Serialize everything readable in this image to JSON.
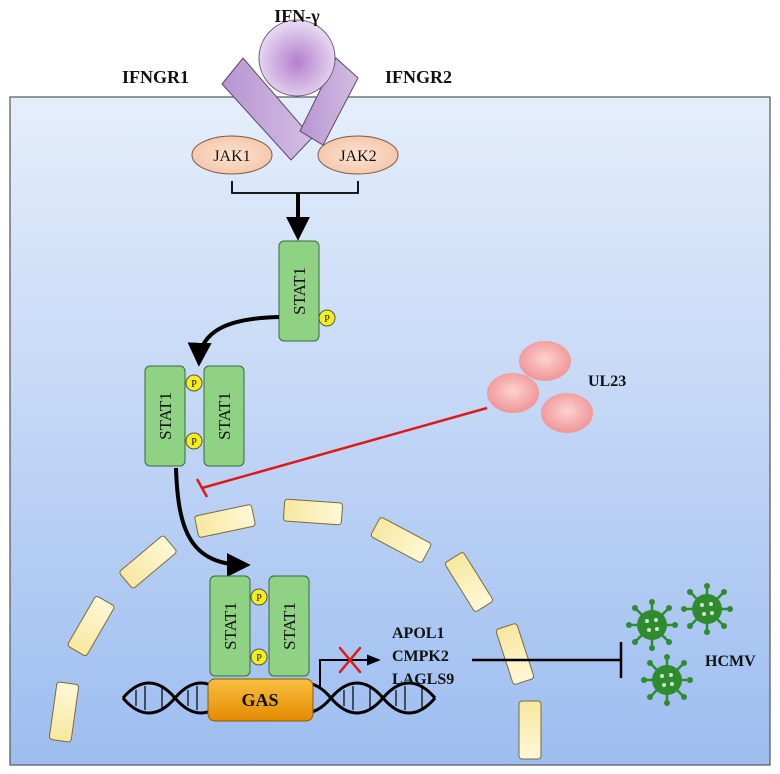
{
  "ligand": {
    "label": "IFN-γ"
  },
  "receptors": {
    "left": "IFNGR1",
    "right": "IFNGR2"
  },
  "kinases": {
    "left": "JAK1",
    "right": "JAK2"
  },
  "stat": {
    "label": "STAT1",
    "phospho": "P"
  },
  "viral_protein": {
    "label": "UL23"
  },
  "promoter": {
    "label": "GAS"
  },
  "genes": {
    "line1": "APOL1",
    "line2": "CMPK2",
    "line3": "LAGLS9"
  },
  "virus": {
    "label": "HCMV"
  },
  "colors": {
    "cell_top": "#e3ecfb",
    "cell_bottom": "#9ebef0",
    "stat_fill": "#8fd283",
    "phospho_fill": "#f6ee1c",
    "jak_fill": "#f6cfb6",
    "receptor_fill": "#c4a3d8",
    "ul23_fill": "#f49a9a",
    "gas_fill": "#f0a10a",
    "nuclear_pore": "#fbf0b0",
    "inhibit_red": "#e01818",
    "virus_green": "#2e8b2e"
  }
}
